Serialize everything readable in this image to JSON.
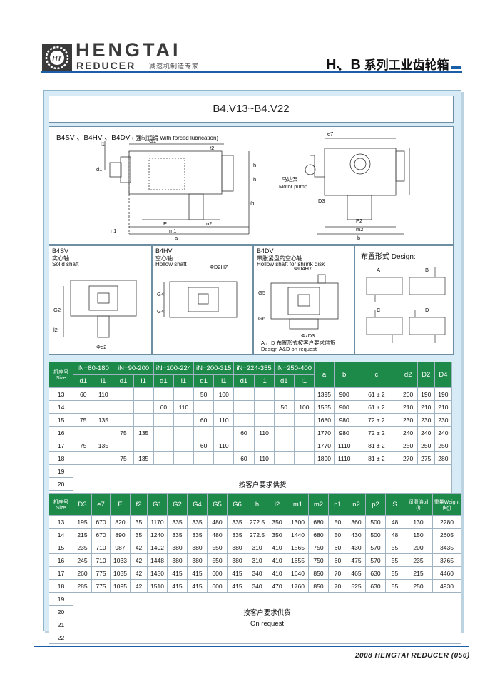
{
  "header": {
    "brand": "HENGTAI",
    "brand_sub": "REDUCER",
    "brand_tagline": "减速机制造专家",
    "series_letters": "H、B",
    "series_text": "系列工业齿轮箱"
  },
  "model_title": "B4.V13~B4.V22",
  "top_drawing": {
    "heading": "B4SV 、B4HV 、B4DV",
    "heading_note": "( 强制润滑 With forced lubrication)",
    "dims_left": [
      "l1",
      "G1",
      "d1",
      "f2",
      "E",
      "n2",
      "m1",
      "a",
      "n1",
      "h",
      "h",
      "f1"
    ],
    "dims_right": [
      "e7",
      "马达泵",
      "Motor pump",
      "D3",
      "P2",
      "m2",
      "b"
    ]
  },
  "panels": {
    "b4sv": {
      "title": "B4SV",
      "cn": "实心轴",
      "en": "Solid shaft",
      "dims": [
        "G2",
        "l2",
        "Φd2"
      ]
    },
    "b4hv": {
      "title": "B4HV",
      "cn": "空心轴",
      "en": "Hollow shaft",
      "dims": [
        "ΦD2H7",
        "G4",
        "G4"
      ]
    },
    "b4dv": {
      "title": "B4DV",
      "cn": "带胀紧盘的空心轴",
      "en": "Hollow shaft for shrink disk",
      "dims": [
        "ΦD4H7",
        "G5",
        "G6",
        "ΦzD3"
      ],
      "note_cn": "A 、D 布置形式按客户要求供货",
      "note_en": "Design A&D on request"
    },
    "design": {
      "title": "布置形式 Design:",
      "labels": [
        "A",
        "B",
        "C",
        "D"
      ]
    }
  },
  "table1": {
    "size_label_cn": "机座号",
    "size_label_en": "Size",
    "ratio_groups": [
      "iN=80-180",
      "iN=90-200",
      "iN=100-224",
      "iN=200-315",
      "iN=224-355",
      "iN=250-400"
    ],
    "sub_headers": [
      "d1",
      "l1"
    ],
    "right_headers": [
      "a",
      "b",
      "c",
      "d2",
      "D2",
      "D4"
    ],
    "rows": [
      {
        "size": "13",
        "v": [
          "60",
          "110",
          "",
          "",
          "",
          "",
          "50",
          "100",
          "",
          "",
          "",
          ""
        ],
        "r": [
          "1395",
          "900",
          "61 ± 2",
          "200",
          "190",
          "190"
        ]
      },
      {
        "size": "14",
        "v": [
          "",
          "",
          "",
          "",
          "60",
          "110",
          "",
          "",
          "",
          "",
          "50",
          "100"
        ],
        "r": [
          "1535",
          "900",
          "61 ± 2",
          "210",
          "210",
          "210"
        ]
      },
      {
        "size": "15",
        "v": [
          "75",
          "135",
          "",
          "",
          "",
          "",
          "60",
          "110",
          "",
          "",
          "",
          ""
        ],
        "r": [
          "1680",
          "980",
          "72 ± 2",
          "230",
          "230",
          "230"
        ]
      },
      {
        "size": "16",
        "v": [
          "",
          "",
          "75",
          "135",
          "",
          "",
          "",
          "",
          "60",
          "110",
          "",
          ""
        ],
        "r": [
          "1770",
          "980",
          "72 ± 2",
          "240",
          "240",
          "240"
        ]
      },
      {
        "size": "17",
        "v": [
          "75",
          "135",
          "",
          "",
          "",
          "",
          "60",
          "110",
          "",
          "",
          "",
          ""
        ],
        "r": [
          "1770",
          "1110",
          "81 ± 2",
          "250",
          "250",
          "250"
        ]
      },
      {
        "size": "18",
        "v": [
          "",
          "",
          "75",
          "135",
          "",
          "",
          "",
          "",
          "60",
          "110",
          "",
          ""
        ],
        "r": [
          "1890",
          "1110",
          "81 ± 2",
          "270",
          "275",
          "280"
        ]
      }
    ],
    "empty_sizes": [
      "19",
      "20",
      "21",
      "22"
    ],
    "on_request_cn": "按客户要求供货",
    "on_request_en": "On request"
  },
  "table2": {
    "size_label_cn": "机座号",
    "size_label_en": "Size",
    "headers": [
      "D3",
      "e7",
      "E",
      "f2",
      "G1",
      "G2",
      "G4",
      "G5",
      "G6",
      "h",
      "l2",
      "m1",
      "m2",
      "n1",
      "n2",
      "p2",
      "S"
    ],
    "oil_header_cn": "润滑油oil",
    "oil_header_unit": "(l)",
    "weight_header_cn": "重量Weight",
    "weight_header_unit": "(kg)",
    "rows": [
      {
        "size": "13",
        "v": [
          "195",
          "670",
          "820",
          "35",
          "1170",
          "335",
          "335",
          "480",
          "335",
          "272.5",
          "350",
          "1300",
          "680",
          "50",
          "360",
          "500",
          "48",
          "130",
          "2280"
        ]
      },
      {
        "size": "14",
        "v": [
          "215",
          "670",
          "890",
          "35",
          "1240",
          "335",
          "335",
          "480",
          "335",
          "272.5",
          "350",
          "1440",
          "680",
          "50",
          "430",
          "500",
          "48",
          "150",
          "2605"
        ]
      },
      {
        "size": "15",
        "v": [
          "235",
          "710",
          "987",
          "42",
          "1402",
          "380",
          "380",
          "550",
          "380",
          "310",
          "410",
          "1565",
          "750",
          "60",
          "430",
          "570",
          "55",
          "200",
          "3435"
        ]
      },
      {
        "size": "16",
        "v": [
          "245",
          "710",
          "1033",
          "42",
          "1448",
          "380",
          "380",
          "550",
          "380",
          "310",
          "410",
          "1655",
          "750",
          "60",
          "475",
          "570",
          "55",
          "235",
          "3765"
        ]
      },
      {
        "size": "17",
        "v": [
          "260",
          "775",
          "1035",
          "42",
          "1450",
          "415",
          "415",
          "600",
          "415",
          "340",
          "410",
          "1640",
          "850",
          "70",
          "465",
          "630",
          "55",
          "215",
          "4460"
        ]
      },
      {
        "size": "18",
        "v": [
          "285",
          "775",
          "1095",
          "42",
          "1510",
          "415",
          "415",
          "600",
          "415",
          "340",
          "470",
          "1760",
          "850",
          "70",
          "525",
          "630",
          "55",
          "250",
          "4930"
        ]
      }
    ],
    "empty_sizes": [
      "19",
      "20",
      "21",
      "22"
    ],
    "on_request_cn": "按客户要求供货",
    "on_request_en": "On request"
  },
  "footer": {
    "text": "2008 HENGTAI REDUCER (056)"
  },
  "colors": {
    "accent_blue": "#1b5ea8",
    "table_header_green": "#1d8a4a",
    "panel_bg": "#d6ebf6"
  }
}
